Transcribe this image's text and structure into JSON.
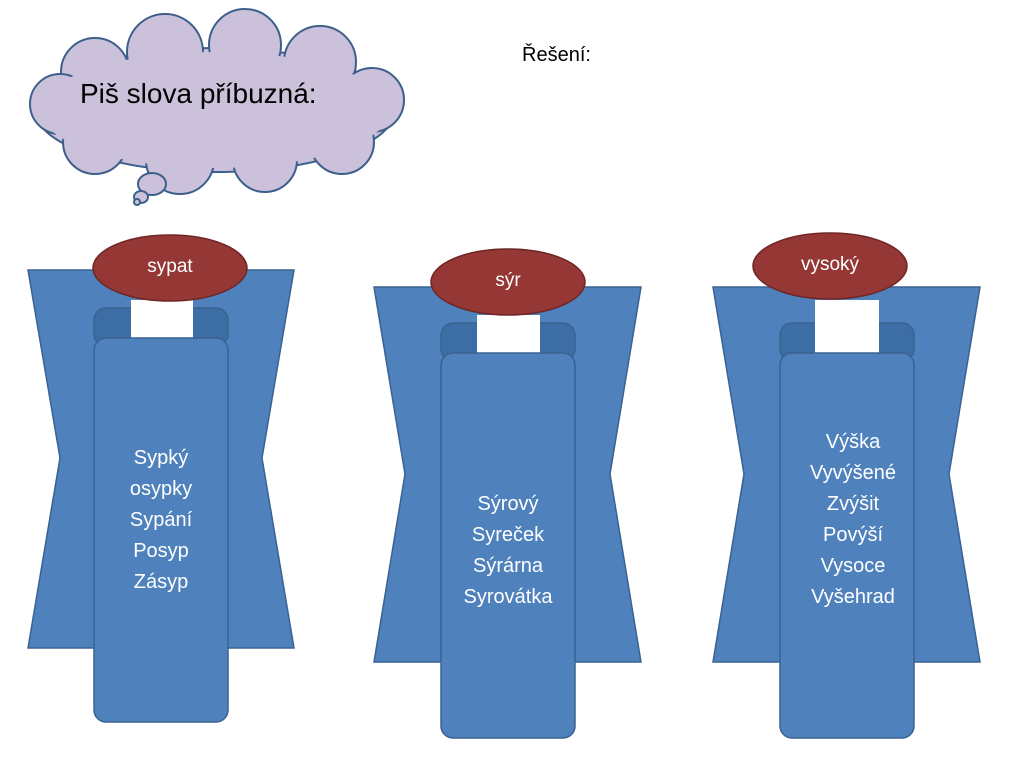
{
  "title": {
    "text": "Piš slova příbuzná:"
  },
  "solution": {
    "label": "Řešení:"
  },
  "colors": {
    "shape_fill": "#4f81bd",
    "shape_stroke": "#3a6292",
    "tab_fill": "#3d6da5",
    "oval_fill": "#953735",
    "oval_stroke": "#6f2624",
    "cloud_fill": "#ccc1da",
    "cloud_stroke": "#3d5f8c"
  },
  "groups": [
    {
      "word": "sypat",
      "related": [
        "Sypký",
        "osypky",
        "Sypání",
        "Posyp",
        "Zásyp"
      ]
    },
    {
      "word": "sýr",
      "related": [
        "Sýrový",
        "Syreček",
        "Sýrárna",
        "Syrovátka"
      ]
    },
    {
      "word": "vysoký",
      "related": [
        "Výška",
        "Vyvýšené",
        "Zvýšit",
        "Povýší",
        "Vysoce",
        "Vyšehrad"
      ]
    }
  ]
}
